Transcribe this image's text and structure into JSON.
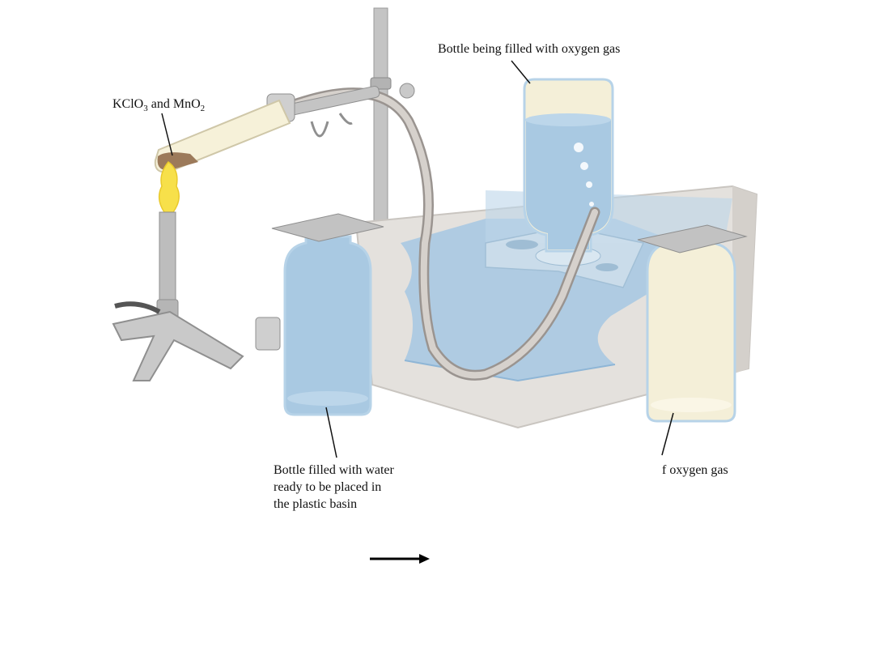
{
  "labels": {
    "reactants_prefix": "KClO",
    "reactants_sub1": "3",
    "reactants_mid": " and MnO",
    "reactants_sub2": "2",
    "bottle_filling": "Bottle being filled with oxygen gas",
    "bottle_water_line1": "Bottle filled with water",
    "bottle_water_line2": "ready to be placed in",
    "bottle_water_line3": "the plastic basin",
    "bottle_oxygen": "f oxygen gas"
  },
  "colors": {
    "water": "#a9c9e2",
    "water_dark": "#8fb6d6",
    "glass_edge": "#b7d3e8",
    "oxygen_fill": "#f4efd8",
    "basin": "#e3e0dc",
    "basin_shadow": "#cfcbc6",
    "metal": "#b9b9b9",
    "metal_dark": "#8f8f8f",
    "flame": "#f7e04a",
    "solid": "#9c7a5a",
    "tube_glass": "#f6f1d9"
  },
  "icons": {
    "arrow": "right-arrow-icon",
    "burner": "bunsen-burner-icon",
    "stand": "ring-stand-icon"
  }
}
